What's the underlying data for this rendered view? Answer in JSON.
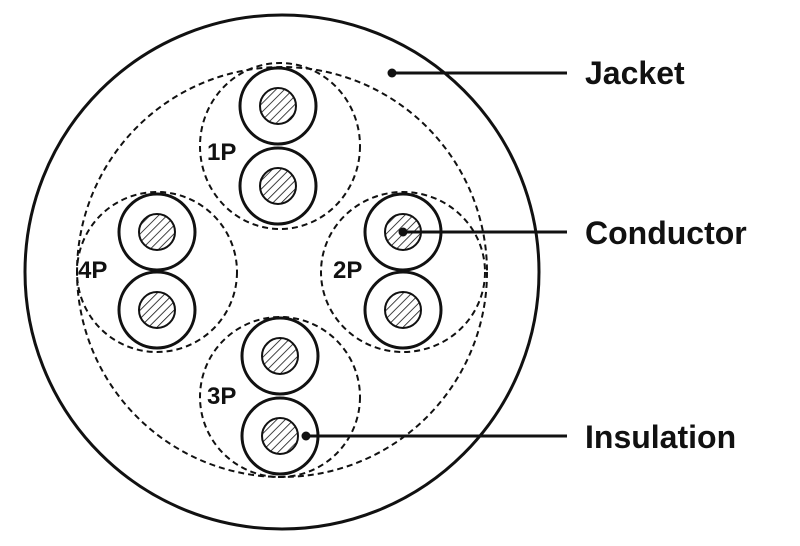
{
  "diagram": {
    "pairs": [
      {
        "label": "1P"
      },
      {
        "label": "2P"
      },
      {
        "label": "3P"
      },
      {
        "label": "4P"
      }
    ],
    "callouts": {
      "jacket": "Jacket",
      "conductor": "Conductor",
      "insulation": "Insulation"
    },
    "colors": {
      "stroke": "#111111",
      "background": "#ffffff"
    }
  }
}
